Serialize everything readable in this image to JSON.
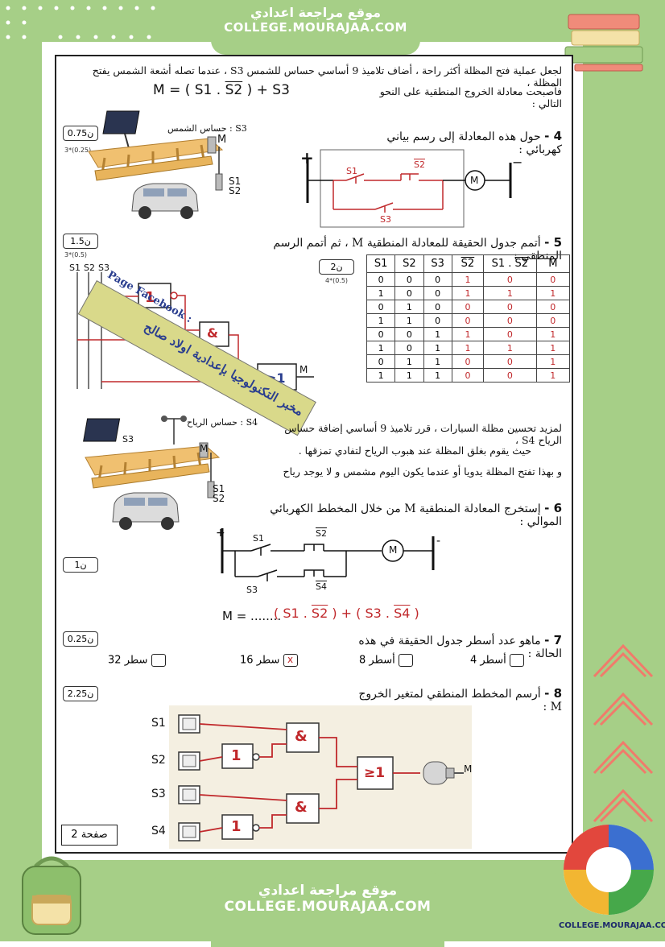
{
  "site": {
    "name_ar": "موقع مراجعة اعدادي",
    "domain": "COLLEGE.MOURAJAA.COM",
    "logo_text": "COLLEGE.MOURAJAA.COM"
  },
  "intro": {
    "line1": "لجعل عملية فتح المظلة أكثر راحة ، أضاف تلاميذ 9 أساسي حساس للشمس S3 ، عندما تصله أشعة الشمس يفتح المظلة ،",
    "line2": "فأصبحت معادلة الخروج المنطقية على النحو التالي :",
    "equation": "M = ( S1 . S2 ) + S3"
  },
  "scores": {
    "q4": "0.75ن",
    "q4_sub": "3*(0.25)",
    "q5": "1.5ن",
    "q5_sub": "3*(0.5)",
    "q5b": "2ن",
    "q5b_sub": "4*(0.5)",
    "q6": "1ن",
    "q7": "0.25ن",
    "q8": "2.25ن"
  },
  "q4": {
    "num": "4 -",
    "text": "حول هذه المعادلة إلى رسم بياني كهربائي :",
    "sun_label": "S3 : حساس الشمس",
    "labels": {
      "m": "M",
      "s1": "S1",
      "s2": "S2",
      "s3": "S3",
      "plus": "+",
      "minus": "−",
      "motor": "M"
    }
  },
  "q5": {
    "num": "5 -",
    "text": "أتمم جدول الحقيقة للمعادلة المنطقية M ، ثم أتمم الرسم المنطقي :",
    "inputs": [
      "S1",
      "S2",
      "S3"
    ],
    "gate_not": "1",
    "gate_and": "&",
    "gate_or": "≥1",
    "out": "M"
  },
  "facebook": {
    "line1": "Page Facebook :",
    "line2": "مخبر التكنولوجيا بإعدادية اولاد صالح"
  },
  "truth_table": {
    "headers": [
      "S1",
      "S2",
      "S3",
      "S2",
      "S1 . S2",
      "M"
    ],
    "rows": [
      [
        "0",
        "0",
        "0",
        "1",
        "0",
        "0"
      ],
      [
        "1",
        "0",
        "0",
        "1",
        "1",
        "1"
      ],
      [
        "0",
        "1",
        "0",
        "0",
        "0",
        "0"
      ],
      [
        "1",
        "1",
        "0",
        "0",
        "0",
        "0"
      ],
      [
        "0",
        "0",
        "1",
        "1",
        "0",
        "1"
      ],
      [
        "1",
        "0",
        "1",
        "1",
        "1",
        "1"
      ],
      [
        "0",
        "1",
        "1",
        "0",
        "0",
        "1"
      ],
      [
        "1",
        "1",
        "1",
        "0",
        "0",
        "1"
      ]
    ]
  },
  "para2": {
    "line1": "لمزيد تحسين مظلة السيارات ، قرر تلاميذ 9 أساسي إضافة حساس الرياح S4 ،",
    "line2": "حيث يقوم بغلق المظلة عند هبوب الرياح لتفادي تمزقها .",
    "line3": "و بهذا تفتح المظلة يدويا أو عندما يكون اليوم مشمس و لا يوجد رياح",
    "wind_label": "S4 : حساس الرياح",
    "s3": "S3",
    "m": "M",
    "s1": "S1",
    "s2": "S2"
  },
  "q6": {
    "num": "6 -",
    "text": "إستخرج المعادلة المنطقية M من خلال المخطط الكهربائي الموالي :",
    "labels": {
      "s1": "S1",
      "s2": "S2",
      "s3": "S3",
      "s4": "S4",
      "plus": "+",
      "minus": "-",
      "motor": "M"
    },
    "answer_prefix": "M = ........",
    "answer": "( S1 . S2 ) + ( S3 . S4 )"
  },
  "q7": {
    "num": "7 -",
    "text": "ماهو عدد أسطر جدول الحقيقة في هذه الحالة :",
    "options": [
      {
        "n": "4",
        "unit": "أسطر",
        "mark": ""
      },
      {
        "n": "8",
        "unit": "أسطر",
        "mark": ""
      },
      {
        "n": "16",
        "unit": "سطر",
        "mark": "x"
      },
      {
        "n": "32",
        "unit": "سطر",
        "mark": ""
      }
    ]
  },
  "q8": {
    "num": "8 -",
    "text": "أرسم المخطط المنطقي لمتغير الخروج M :",
    "inputs": [
      "S1",
      "S2",
      "S3",
      "S4"
    ],
    "gate_not": "1",
    "gate_and": "&",
    "gate_or": "≥1",
    "out": "M"
  },
  "page": {
    "label": "صفحة 2"
  }
}
